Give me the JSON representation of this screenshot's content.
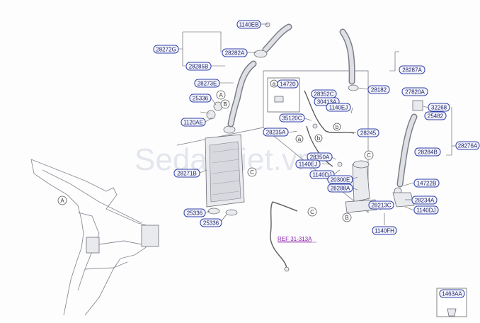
{
  "watermark": "Sedanviet.vn",
  "ref_link": "REF 31-313A",
  "callouts": {
    "a": "a",
    "A": "A",
    "B": "B",
    "C": "C"
  },
  "part_numbers": {
    "p1140EB": "1140EB",
    "p28272G": "28272G",
    "p28282A": "28282A",
    "p28285B": "28285B",
    "p28273E": "28273E",
    "p25336a": "25336",
    "p1120AE": "1120AE",
    "p28271B": "28271B",
    "p25336b": "25336",
    "p25336c": "25336",
    "p14720": "14720",
    "p28352C": "28352C",
    "p30413A": "30413A",
    "p1140EJa": "1140EJ",
    "p35120C": "35120C",
    "p28235A": "28235A",
    "p28245": "28245",
    "p28350A": "28350A",
    "p1140EJb": "1140EJ",
    "p1140DJa": "1140DJ",
    "p20300E": "20300E",
    "p28288A": "28288A",
    "p28213C": "28213C",
    "p1140FH": "1140FH",
    "p28287A": "28287A",
    "p28182": "28182",
    "p27820A": "27820A",
    "p32268": "32268",
    "p25482": "25482",
    "p28276A": "28276A",
    "p28284B": "28284B",
    "p14722B": "14722B",
    "p28234A": "28234A",
    "p1140DJb": "1140DJ",
    "p1463AA": "1463AA"
  }
}
